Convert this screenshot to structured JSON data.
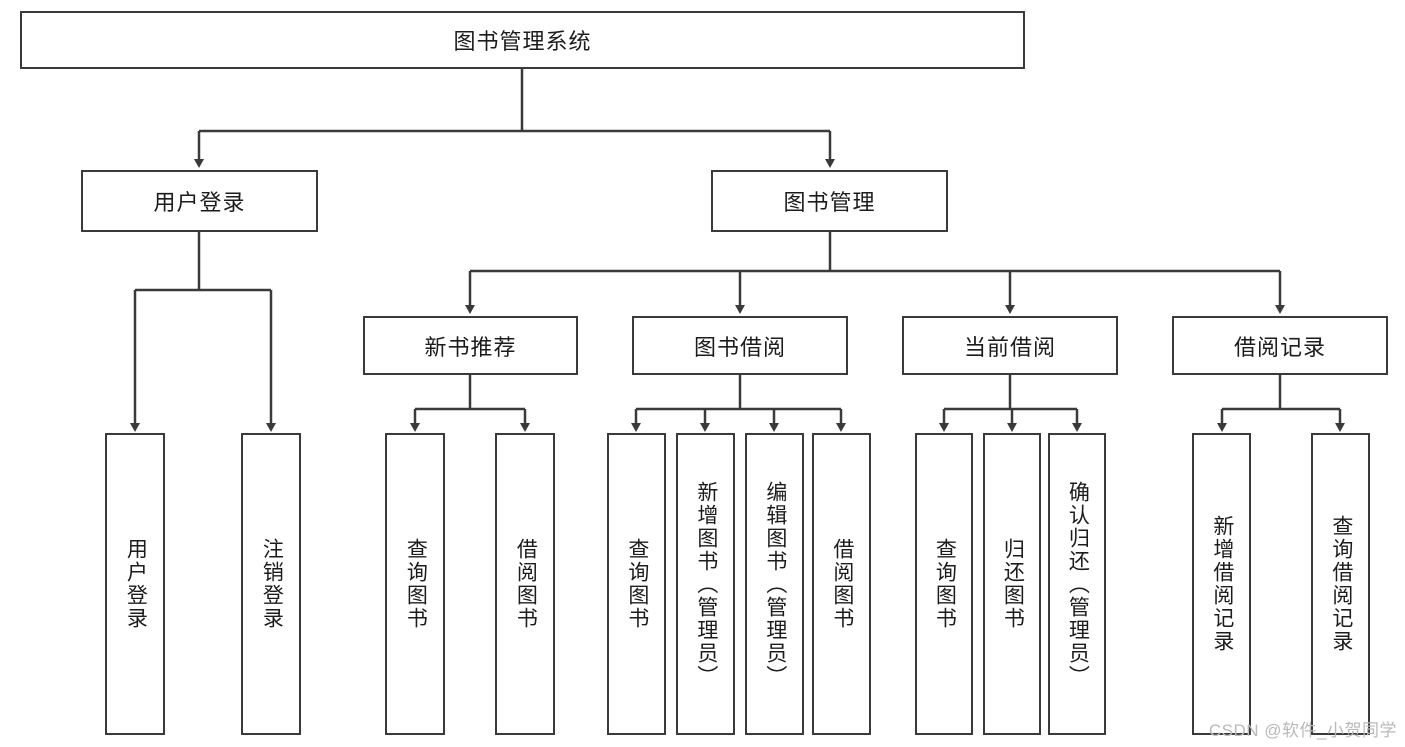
{
  "diagram": {
    "title": "图书管理系统",
    "type": "tree-hierarchy",
    "root": {
      "label": "图书管理系统"
    },
    "level2": [
      {
        "label": "用户登录"
      },
      {
        "label": "图书管理"
      }
    ],
    "level3": [
      {
        "label": "新书推荐"
      },
      {
        "label": "图书借阅"
      },
      {
        "label": "当前借阅"
      },
      {
        "label": "借阅记录"
      }
    ],
    "leaves": {
      "user_login": [
        {
          "label": "用户登录"
        },
        {
          "label": "注销登录"
        }
      ],
      "new_book_recommend": [
        {
          "label": "查询图书"
        },
        {
          "label": "借阅图书"
        }
      ],
      "book_borrow": [
        {
          "label": "查询图书"
        },
        {
          "label": "新增图书（管理员）"
        },
        {
          "label": "编辑图书（管理员）"
        },
        {
          "label": "借阅图书"
        }
      ],
      "current_borrow": [
        {
          "label": "查询图书"
        },
        {
          "label": "归还图书"
        },
        {
          "label": "确认归还（管理员）"
        }
      ],
      "borrow_record": [
        {
          "label": "新增借阅记录"
        },
        {
          "label": "查询借阅记录"
        }
      ]
    }
  },
  "watermark": {
    "text": "CSDN @软件_小贺同学"
  },
  "colors": {
    "border": "#3a3a3a",
    "text": "#1c1c1c",
    "background": "#ffffff",
    "watermark": "#b9b9b9"
  }
}
